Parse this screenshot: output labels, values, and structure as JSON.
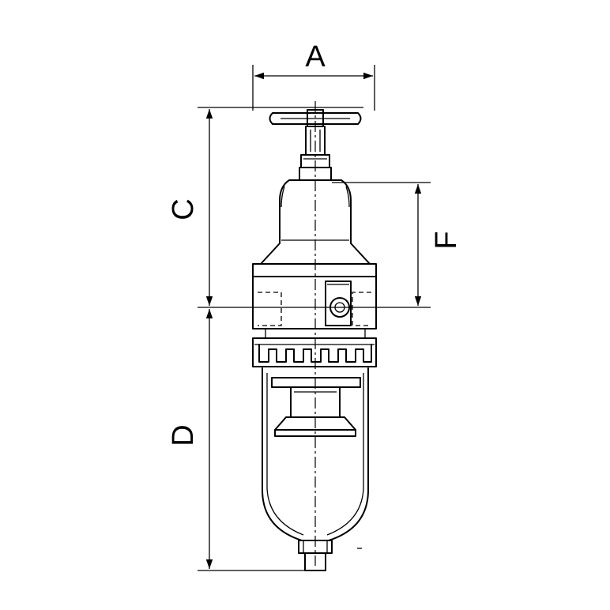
{
  "dimensions": {
    "A": "A",
    "C": "C",
    "D": "D",
    "F": "F"
  }
}
